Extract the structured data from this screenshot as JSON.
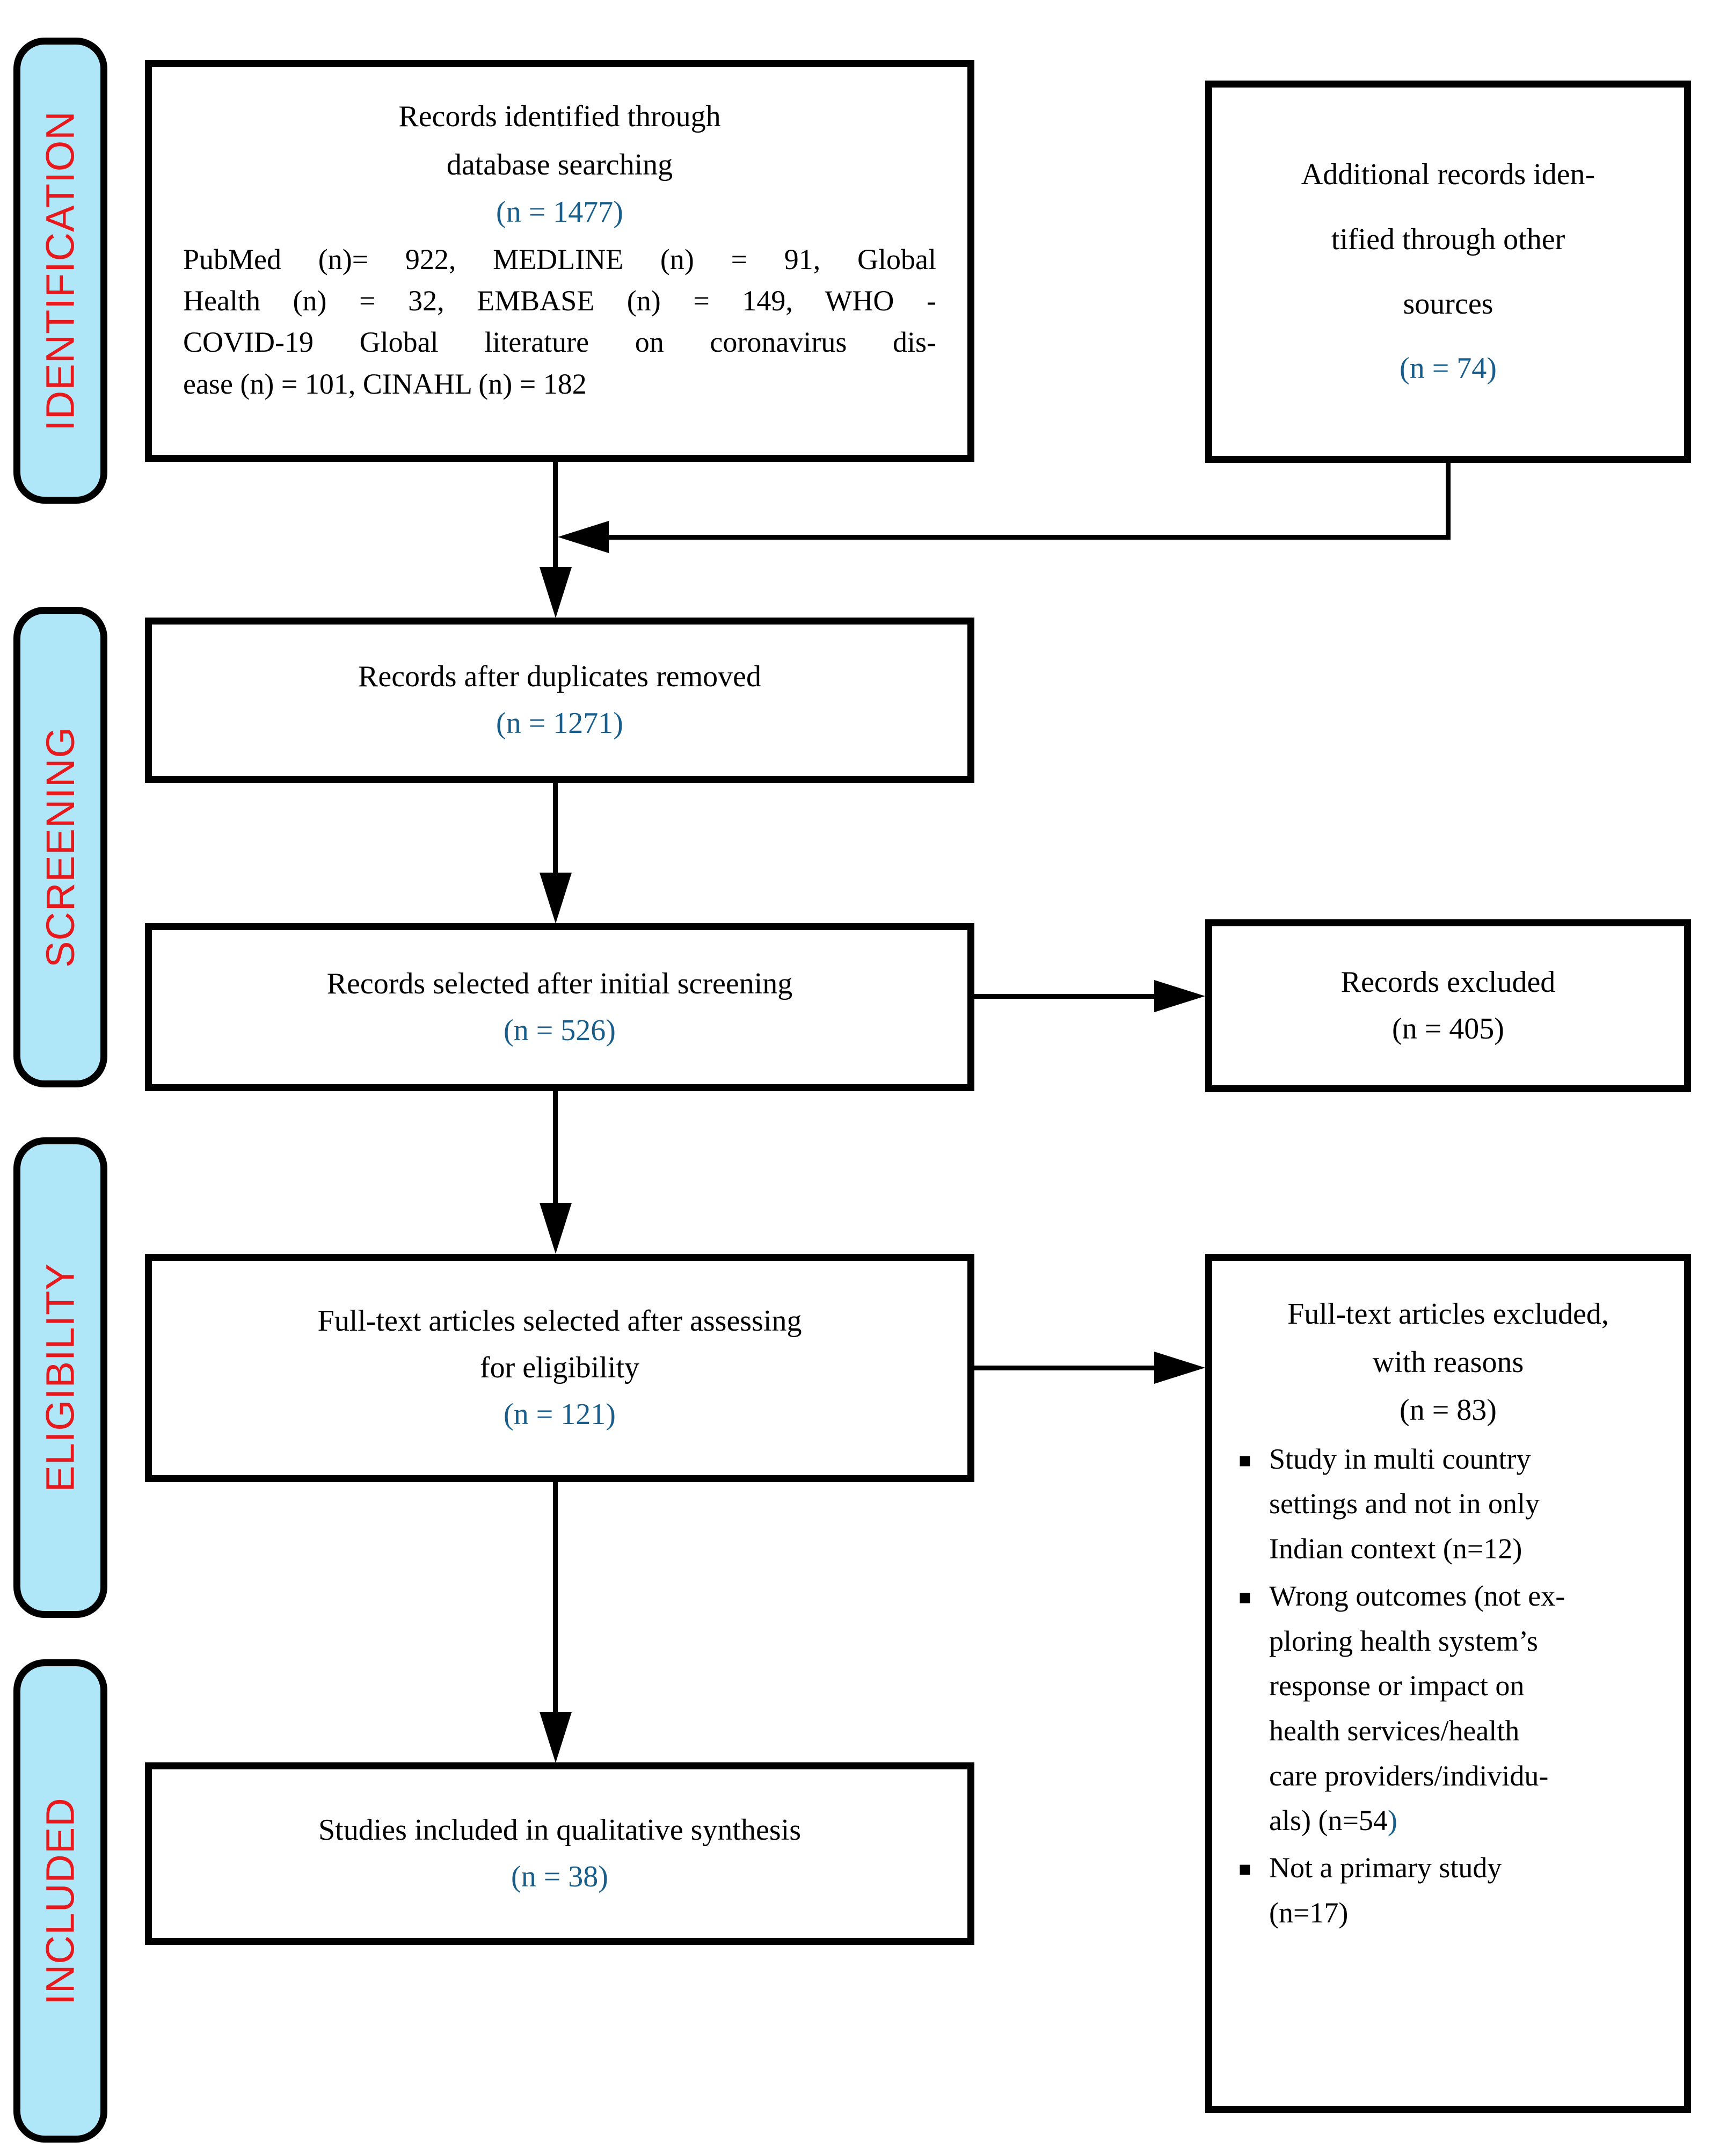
{
  "diagram_title": "PRISMA study selection flow diagram",
  "colors": {
    "stage_tab_fill": "#b0e7f8",
    "stage_tab_text_red": "#e8191c",
    "value_blue": "#175e8c",
    "line_black": "#000000",
    "box_background": "#ffffff"
  },
  "glyphs": {
    "bullet": "▪"
  },
  "sidebar": {
    "stages": [
      {
        "label": "IDENTIFICATION"
      },
      {
        "label": "SCREENING"
      },
      {
        "label": "ELIGIBILITY"
      },
      {
        "label": "INCLUDED"
      }
    ]
  },
  "flow": {
    "identified": {
      "line1": "Records identified through",
      "line2": "database searching",
      "n": "(n = 1477)",
      "detail": [
        "PubMed (n)= 922, MEDLINE (n) = 91, Global",
        "Health (n) = 32, EMBASE (n) = 149, WHO -",
        "COVID-19 Global literature on coronavirus dis-",
        "ease (n) = 101, CINAHL (n) = 182"
      ]
    },
    "additional": {
      "line1": "Additional records iden-",
      "line2": "tified through other",
      "line3": "sources",
      "n": "(n = 74)"
    },
    "deduplicated": {
      "title": "Records after duplicates removed",
      "n": "(n = 1271)"
    },
    "screened": {
      "title": "Records selected after initial screening",
      "n": "(n = 526)"
    },
    "records_excluded": {
      "title": "Records excluded",
      "n": "(n = 405)"
    },
    "fulltext": {
      "line1": "Full-text articles selected after assessing",
      "line2": "for eligibility",
      "n": "(n = 121)"
    },
    "fulltext_excluded": {
      "title1": "Full-text articles excluded,",
      "title2": "with reasons",
      "n": "(n = 83)",
      "bullet1": [
        "Study in multi country",
        "settings and not in only",
        "Indian context (n=12)"
      ],
      "bullet2": [
        "Wrong outcomes (not ex-",
        "ploring health system’s",
        "response or impact on",
        "health services/health",
        "care providers/individu-"
      ],
      "bullet2_last": "als) (n=54",
      "bullet2_last_blue": ")",
      "bullet3": [
        "Not a primary study",
        "(n=17)"
      ]
    },
    "included": {
      "title": "Studies included in qualitative synthesis",
      "n": "(n = 38)"
    }
  }
}
